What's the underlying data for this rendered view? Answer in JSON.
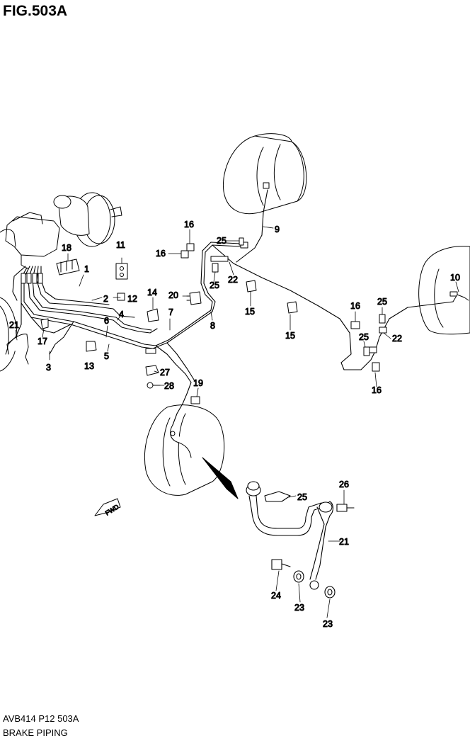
{
  "figure": {
    "title": "FIG.503A",
    "model_code": "AVB414 P12 503A",
    "caption": "BRAKE PIPING",
    "fwd_label": "FWD"
  },
  "callouts": [
    {
      "key": "c1",
      "label": "1"
    },
    {
      "key": "c2",
      "label": "2"
    },
    {
      "key": "c3",
      "label": "3"
    },
    {
      "key": "c4",
      "label": "4"
    },
    {
      "key": "c5",
      "label": "5"
    },
    {
      "key": "c6",
      "label": "6"
    },
    {
      "key": "c7",
      "label": "7"
    },
    {
      "key": "c8",
      "label": "8"
    },
    {
      "key": "c9",
      "label": "9"
    },
    {
      "key": "c10",
      "label": "10"
    },
    {
      "key": "c11",
      "label": "11"
    },
    {
      "key": "c12",
      "label": "12"
    },
    {
      "key": "c13",
      "label": "13"
    },
    {
      "key": "c14",
      "label": "14"
    },
    {
      "key": "c15a",
      "label": "15"
    },
    {
      "key": "c15b",
      "label": "15"
    },
    {
      "key": "c16a",
      "label": "16"
    },
    {
      "key": "c16b",
      "label": "16"
    },
    {
      "key": "c16c",
      "label": "16"
    },
    {
      "key": "c16d",
      "label": "16"
    },
    {
      "key": "c17",
      "label": "17"
    },
    {
      "key": "c18",
      "label": "18"
    },
    {
      "key": "c19",
      "label": "19"
    },
    {
      "key": "c20",
      "label": "20"
    },
    {
      "key": "c21a",
      "label": "21"
    },
    {
      "key": "c21b",
      "label": "21"
    },
    {
      "key": "c22a",
      "label": "22"
    },
    {
      "key": "c22b",
      "label": "22"
    },
    {
      "key": "c23a",
      "label": "23"
    },
    {
      "key": "c23b",
      "label": "23"
    },
    {
      "key": "c24",
      "label": "24"
    },
    {
      "key": "c25a",
      "label": "25"
    },
    {
      "key": "c25b",
      "label": "25"
    },
    {
      "key": "c25c",
      "label": "25"
    },
    {
      "key": "c25d",
      "label": "25"
    },
    {
      "key": "c25e",
      "label": "25"
    },
    {
      "key": "c26",
      "label": "26"
    },
    {
      "key": "c27",
      "label": "27"
    },
    {
      "key": "c28",
      "label": "28"
    }
  ]
}
